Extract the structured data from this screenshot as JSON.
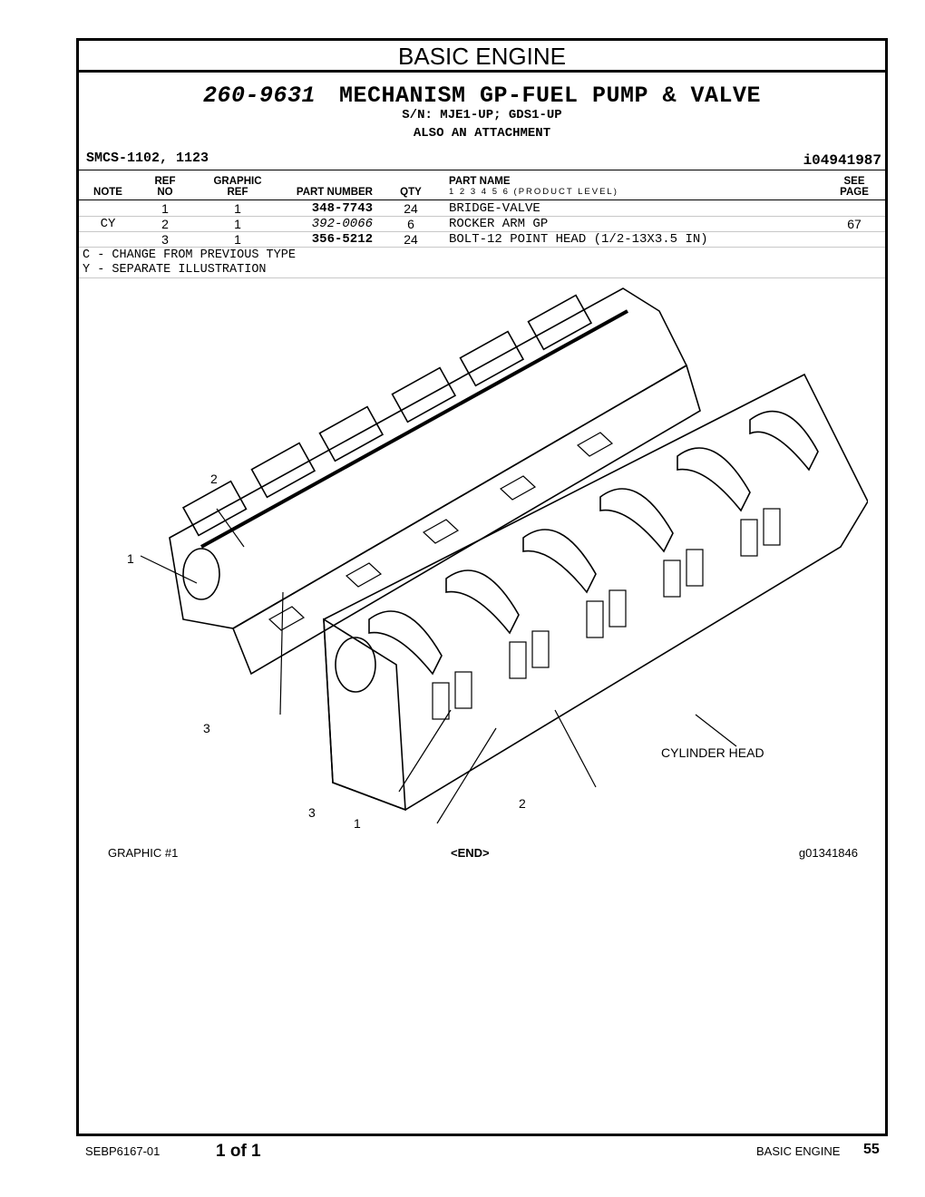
{
  "section_title": "BASIC ENGINE",
  "group": {
    "part_number": "260-9631",
    "name": "MECHANISM GP-FUEL PUMP & VALVE",
    "serial_numbers": "S/N: MJE1-UP; GDS1-UP",
    "attachment_note": "ALSO AN ATTACHMENT"
  },
  "smcs": "SMCS-1102, 1123",
  "doc_id": "i04941987",
  "table": {
    "headers": {
      "note": "NOTE",
      "ref_top": "REF",
      "ref_bottom": "NO",
      "graphic_top": "GRAPHIC",
      "graphic_bottom": "REF",
      "part_number": "PART NUMBER",
      "qty": "QTY",
      "part_name": "PART NAME",
      "levels": "1   2   3   4   5   6   (PRODUCT LEVEL)",
      "see_top": "SEE",
      "see_bottom": "PAGE"
    },
    "rows": [
      {
        "note": "",
        "ref": "1",
        "graphic": "1",
        "part_number": "348-7743",
        "qty": "24",
        "name": "BRIDGE-VALVE",
        "see": ""
      },
      {
        "note": "CY",
        "ref": "2",
        "graphic": "1",
        "part_number": "392-0066",
        "qty": "6",
        "name": "ROCKER ARM GP",
        "see": "67"
      },
      {
        "note": "",
        "ref": "3",
        "graphic": "1",
        "part_number": "356-5212",
        "qty": "24",
        "name": "BOLT-12 POINT HEAD (1/2-13X3.5 IN)",
        "see": ""
      }
    ]
  },
  "legend": [
    "C - CHANGE FROM PREVIOUS TYPE",
    "Y - SEPARATE ILLUSTRATION"
  ],
  "illustration": {
    "callouts": [
      "1",
      "2",
      "3",
      "1",
      "2",
      "3"
    ],
    "cylinder_head_label": "CYLINDER HEAD",
    "graphic_label": "GRAPHIC #1",
    "end_marker": "<END>",
    "graphic_id": "g01341846"
  },
  "footer": {
    "doc_number": "SEBP6167-01",
    "page_of": "1 of 1",
    "section": "BASIC ENGINE",
    "page_number": "55"
  }
}
